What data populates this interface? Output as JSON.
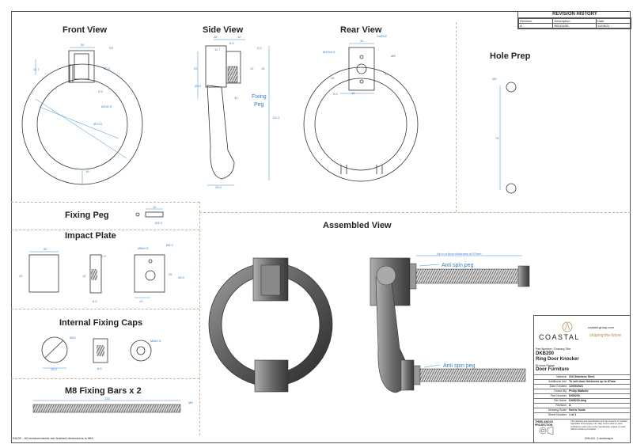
{
  "views": {
    "front": "Front View",
    "side": "Side View",
    "rear": "Rear View",
    "hole_prep": "Hole Prep",
    "assembled": "Assembled View",
    "fixing_peg": "Fixing Peg",
    "impact_plate": "Impact Plate",
    "internal_caps": "Internal Fixing Caps",
    "fixing_bars": "M8 Fixing Bars x 2"
  },
  "dims": {
    "front": [
      "34",
      "R2",
      "11.7",
      "43.5",
      "0.5",
      "Ø102.5",
      "Ø73.5",
      "19"
    ],
    "side": [
      "28",
      "10",
      "6.5",
      "11.7",
      "0.5",
      "12",
      "16",
      "29",
      "Ø19",
      "34",
      "25.4",
      "111.2"
    ],
    "side_label": "Fixing",
    "side_label2": "Peg",
    "rear": [
      "32",
      "2xØ3.2",
      "M10x0.5",
      "M8",
      "28",
      "5.5",
      "16",
      "22"
    ],
    "hole_prep": [
      "Ø9",
      "76"
    ],
    "fixing_peg": [
      "12",
      "Ø3.5"
    ],
    "impact_plate": [
      "32",
      "25",
      "12",
      "0.5",
      "M8x0.5",
      "Ø3.2",
      "26.5",
      "10",
      "6.5",
      "25"
    ],
    "caps": [
      "Ø20",
      "15.0",
      "M8x0.5",
      "8.5"
    ],
    "bars": [
      "133",
      "M8"
    ],
    "assembled_top": "Up to a door thickness of 87mm",
    "anti_spin_1": "Anti spin peg",
    "anti_spin_2": "Anti spin peg"
  },
  "revision": {
    "title": "REVISION HISTORY",
    "headers": [
      "Revision",
      "Description",
      "Date"
    ],
    "rows": [
      [
        "A",
        "RELEASE",
        "12/05/21"
      ]
    ]
  },
  "title_block": {
    "brand": "COASTAL",
    "website": "coastal-group.com",
    "tagline": "shaping the future",
    "part_label": "Part Number / Drawing Title",
    "part_no": "DKB200",
    "part_name": "Ring Door Knocker",
    "product_range_label": "Product Range",
    "product_range": "Door Furniture",
    "rows": [
      [
        "Material",
        "316 Stainless Steel"
      ],
      [
        "Additional Info",
        "To suit door thickness up to 87mm"
      ],
      [
        "Date Created",
        "12/05/2021"
      ],
      [
        "Drawn By",
        "Philip Walbeld"
      ],
      [
        "Part Number",
        "DKB200"
      ],
      [
        "File Name",
        "DKB200.dwg"
      ],
      [
        "Revision",
        "A"
      ],
      [
        "Drawing Scale",
        "Not to Scale"
      ],
      [
        "Sheet Number",
        "1 of 1"
      ]
    ],
    "projection": "THIRD ANGLE PROJECTION",
    "disclaimer": "This drawing and specification are the property of Coastal Specialist Ironmongery Ltd. May not be used or sold / confidence and must not be reproduced, copied or used without written permission."
  },
  "footer_note": "E&OE - All measurements are finished dimensions in MM.",
  "sheet_size": "DIN A3 - Landscape"
}
